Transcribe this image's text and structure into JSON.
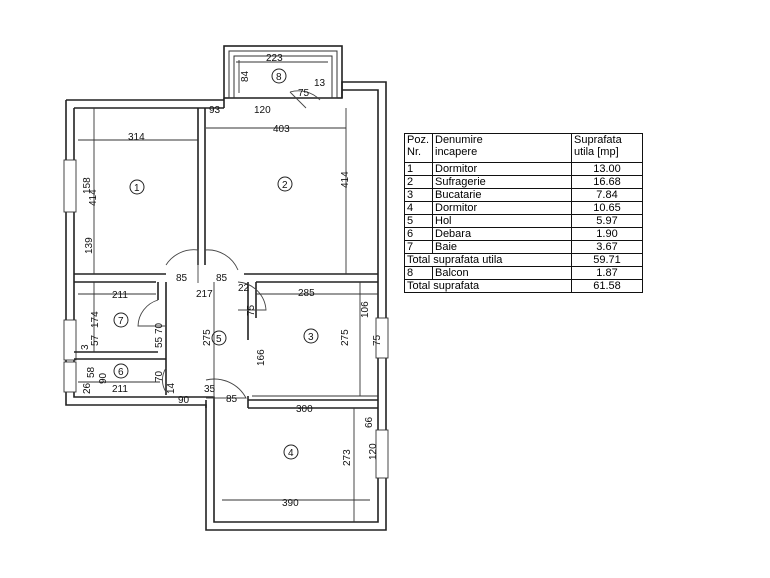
{
  "dimensions": {
    "balcony_width": "223",
    "balcony_depth": "84",
    "balcony_side": "13",
    "balcony_door": "75",
    "top_93": "93",
    "top_120": "120",
    "r1_width": "314",
    "r2_width": "403",
    "r1_height": "414",
    "r2_height": "414",
    "win_158": "158",
    "win_139": "139",
    "hall_85_left": "85",
    "hall_85_right": "85",
    "r7_width": "211",
    "hall_217": "217",
    "hall_22": "22",
    "r3_width": "285",
    "r3_106": "106",
    "r7_174": "174",
    "r7_70": "70",
    "hall_75": "75",
    "hall_275": "275",
    "r3_height": "275",
    "r3_75": "75",
    "r7_3": "3",
    "r7_57": "57",
    "r7_55": "55",
    "hall_166": "166",
    "r6_58": "58",
    "r6_90": "90",
    "r6_26": "26",
    "r6_211": "211",
    "r6_70": "70",
    "hall_35": "35",
    "hall_90": "90",
    "r6_14": "14",
    "hall_85_bottom": "85",
    "r4_width": "300",
    "r4_66": "66",
    "r4_height": "273",
    "r4_120": "120",
    "r4_bottom": "390"
  },
  "rooms": {
    "r1": "1",
    "r2": "2",
    "r3": "3",
    "r4": "4",
    "r5": "5",
    "r6": "6",
    "r7": "7",
    "r8": "8"
  },
  "legend": {
    "header_poz_1": "Poz.",
    "header_poz_2": "Nr.",
    "header_name_1": "Denumire",
    "header_name_2": "incapere",
    "header_area_1": "Suprafata",
    "header_area_2": "utila [mp]",
    "rows": [
      {
        "nr": "1",
        "name": "Dormitor",
        "area": "13.00"
      },
      {
        "nr": "2",
        "name": "Sufragerie",
        "area": "16.68"
      },
      {
        "nr": "3",
        "name": "Bucatarie",
        "area": "7.84"
      },
      {
        "nr": "4",
        "name": "Dormitor",
        "area": "10.65"
      },
      {
        "nr": "5",
        "name": "Hol",
        "area": "5.97"
      },
      {
        "nr": "6",
        "name": "Debara",
        "area": "1.90"
      },
      {
        "nr": "7",
        "name": "Baie",
        "area": "3.67"
      }
    ],
    "total_util_label": "Total suprafata utila",
    "total_util_value": "59.71",
    "balcony": {
      "nr": "8",
      "name": "Balcon",
      "area": "1.87"
    },
    "total_label": "Total suprafata",
    "total_value": "61.58"
  }
}
